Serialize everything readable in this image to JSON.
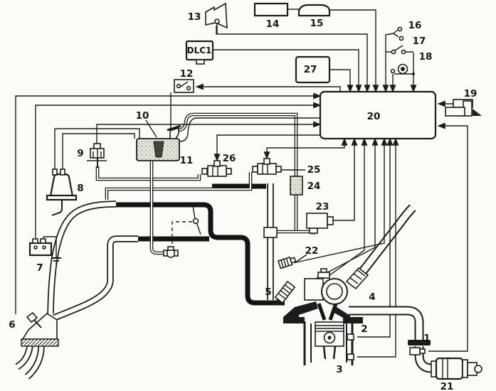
{
  "figure": {
    "kind": "vacuum-and-emission-control-routing-diagram",
    "style": "black-and-white scanned line drawing"
  },
  "colors": {
    "ink": "#1c1c1c",
    "paper": "#fbfbf7",
    "tank_stipple": "#e3e3da",
    "sender_fill": "#44443d"
  },
  "connector": {
    "label": "DLC1"
  },
  "ecu": {
    "label": "20"
  },
  "callouts": [
    {
      "n": "1"
    },
    {
      "n": "2"
    },
    {
      "n": "3"
    },
    {
      "n": "4"
    },
    {
      "n": "5"
    },
    {
      "n": "6"
    },
    {
      "n": "7"
    },
    {
      "n": "8"
    },
    {
      "n": "9"
    },
    {
      "n": "10"
    },
    {
      "n": "11"
    },
    {
      "n": "12"
    },
    {
      "n": "13"
    },
    {
      "n": "14"
    },
    {
      "n": "15"
    },
    {
      "n": "16"
    },
    {
      "n": "17"
    },
    {
      "n": "18"
    },
    {
      "n": "19"
    },
    {
      "n": "20"
    },
    {
      "n": "21"
    },
    {
      "n": "22"
    },
    {
      "n": "23"
    },
    {
      "n": "24"
    },
    {
      "n": "25"
    },
    {
      "n": "26"
    },
    {
      "n": "27"
    }
  ]
}
